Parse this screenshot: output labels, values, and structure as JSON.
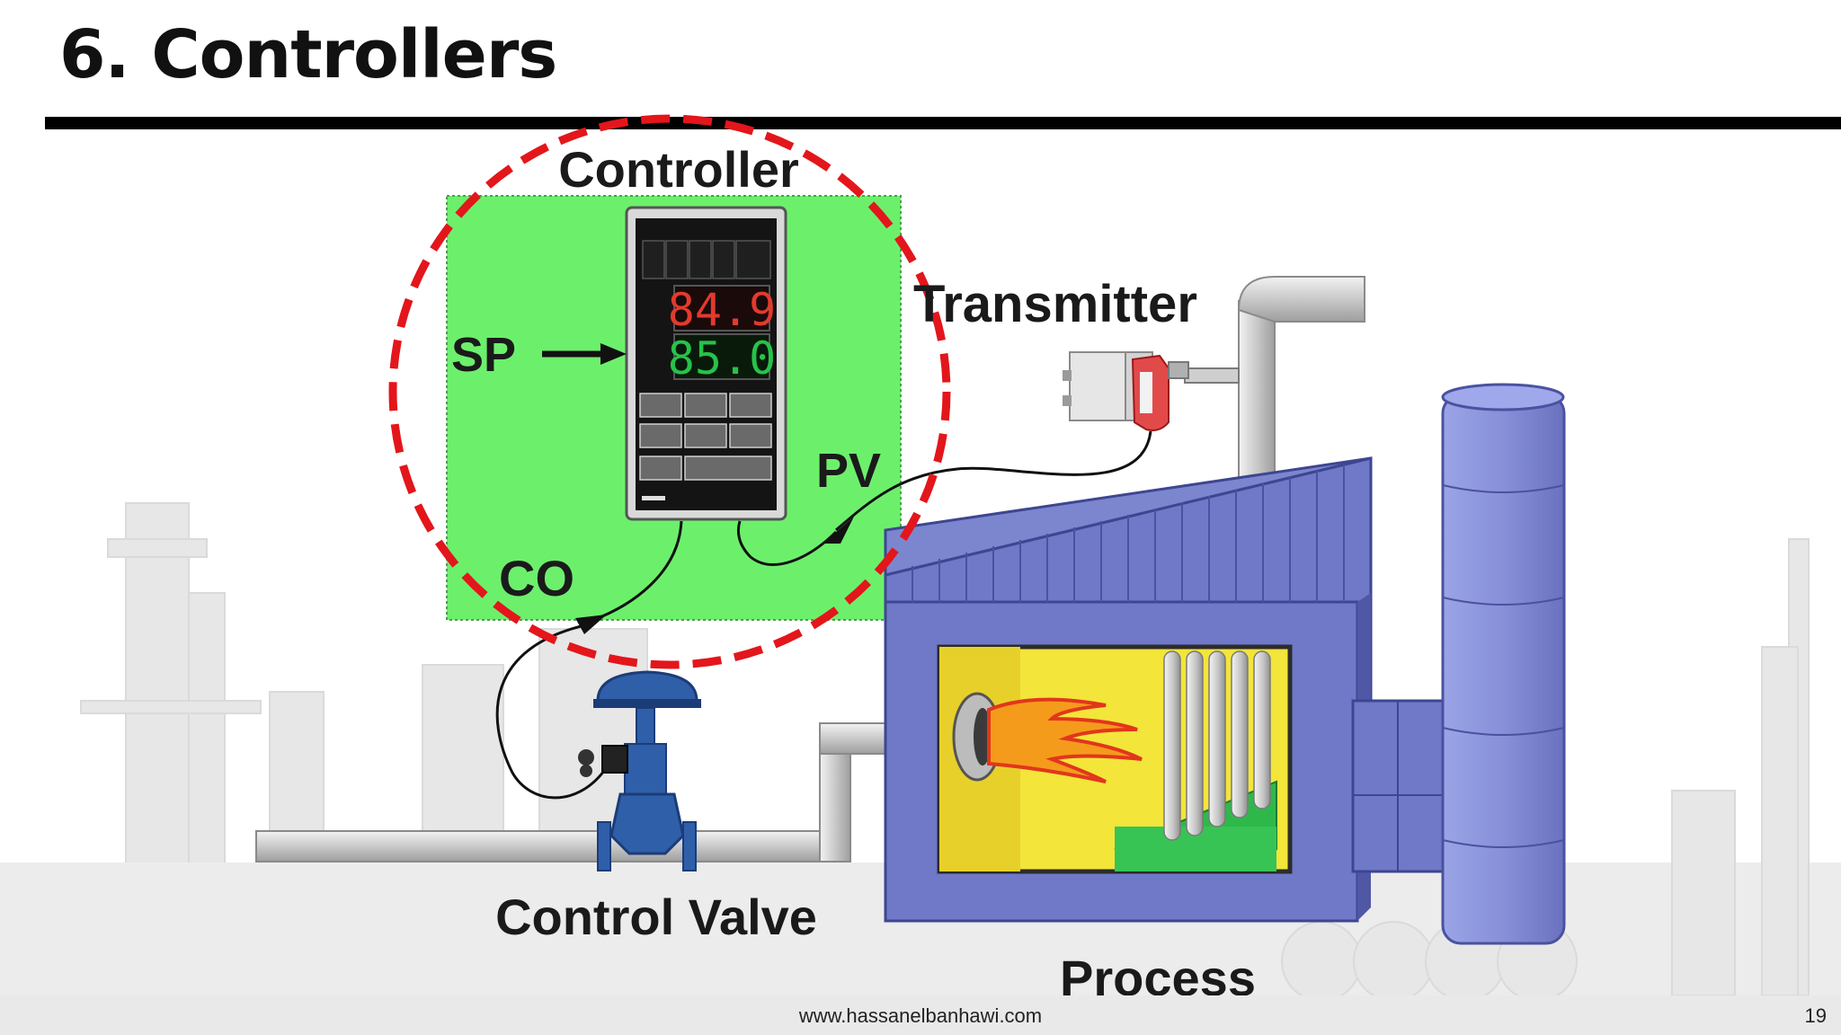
{
  "slide": {
    "title": "6. Controllers",
    "footer_url": "www.hassanelbanhawi.com",
    "page_number": "19"
  },
  "diagram": {
    "labels": {
      "controller": "Controller",
      "transmitter": "Transmitter",
      "sp": "SP",
      "pv": "PV",
      "co": "CO",
      "control_valve": "Control Valve",
      "process": "Process"
    },
    "controller_display": {
      "process_value": "84.9",
      "setpoint_value": "85.0",
      "process_value_color": "#e23a2e",
      "setpoint_value_color": "#27c24a"
    },
    "colors": {
      "highlight_fill": "#6cf06c",
      "highlight_circle": "#e3161b",
      "furnace": "#6f79c8",
      "stack": "#8c96da",
      "flame": "#f5a623",
      "furnace_window": "#f3e53a"
    }
  }
}
